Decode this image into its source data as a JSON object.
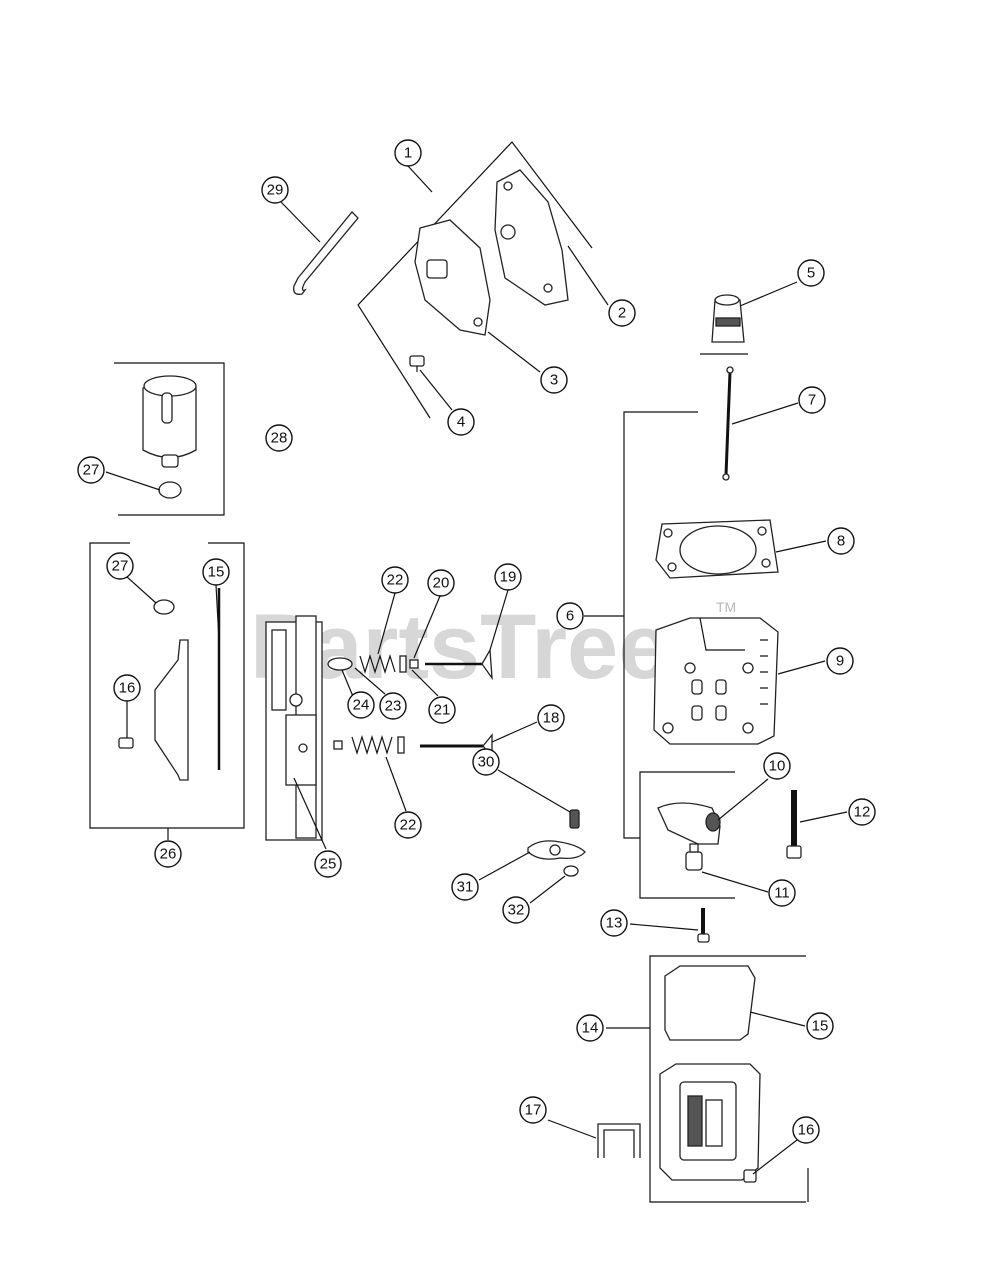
{
  "watermark": {
    "text": "PartsTree",
    "tm": "TM"
  },
  "callouts": [
    {
      "id": "c1",
      "label": "1"
    },
    {
      "id": "c2",
      "label": "2"
    },
    {
      "id": "c3",
      "label": "3"
    },
    {
      "id": "c4",
      "label": "4"
    },
    {
      "id": "c5",
      "label": "5"
    },
    {
      "id": "c6",
      "label": "6"
    },
    {
      "id": "c7",
      "label": "7"
    },
    {
      "id": "c8",
      "label": "8"
    },
    {
      "id": "c9",
      "label": "9"
    },
    {
      "id": "c10",
      "label": "10"
    },
    {
      "id": "c11",
      "label": "11"
    },
    {
      "id": "c12",
      "label": "12"
    },
    {
      "id": "c13",
      "label": "13"
    },
    {
      "id": "c14",
      "label": "14"
    },
    {
      "id": "c15a",
      "label": "15"
    },
    {
      "id": "c15b",
      "label": "15"
    },
    {
      "id": "c16a",
      "label": "16"
    },
    {
      "id": "c16b",
      "label": "16"
    },
    {
      "id": "c17",
      "label": "17"
    },
    {
      "id": "c18",
      "label": "18"
    },
    {
      "id": "c19",
      "label": "19"
    },
    {
      "id": "c20",
      "label": "20"
    },
    {
      "id": "c21",
      "label": "21"
    },
    {
      "id": "c22a",
      "label": "22"
    },
    {
      "id": "c22b",
      "label": "22"
    },
    {
      "id": "c23",
      "label": "23"
    },
    {
      "id": "c24",
      "label": "24"
    },
    {
      "id": "c25",
      "label": "25"
    },
    {
      "id": "c26",
      "label": "26"
    },
    {
      "id": "c27a",
      "label": "27"
    },
    {
      "id": "c27b",
      "label": "27"
    },
    {
      "id": "c28",
      "label": "28"
    },
    {
      "id": "c29",
      "label": "29"
    },
    {
      "id": "c30",
      "label": "30"
    },
    {
      "id": "c31",
      "label": "31"
    },
    {
      "id": "c32",
      "label": "32"
    }
  ]
}
